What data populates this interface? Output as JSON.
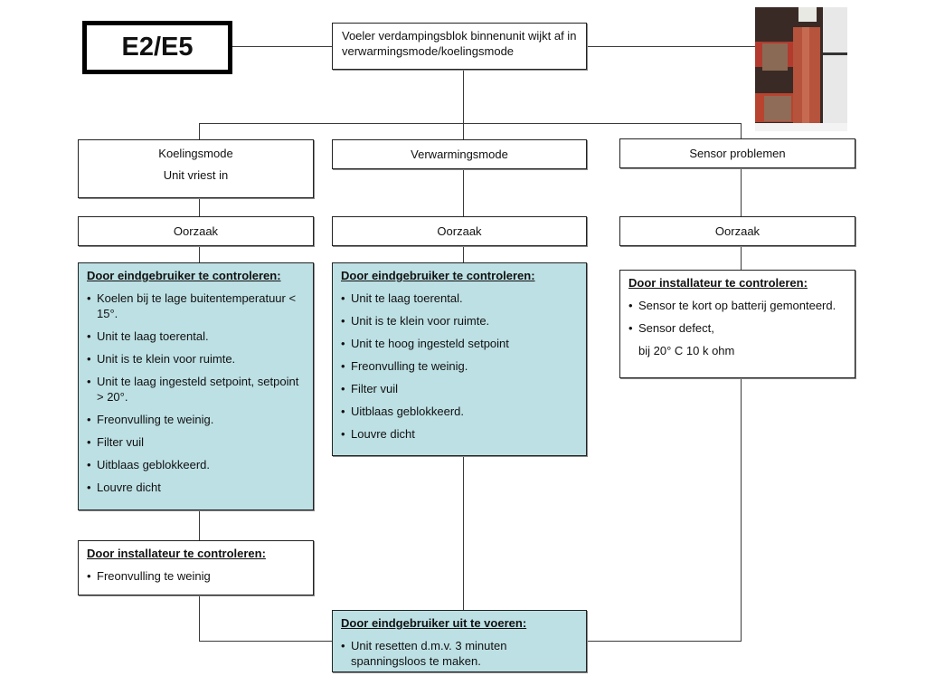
{
  "diagram": {
    "code": "E2/E5",
    "root": "Voeler verdampingsblok  binnenunit wijkt af in verwarmingsmode/koelingsmode",
    "photo_alt": "photo of evaporator sensor on copper pipe",
    "columns": [
      {
        "title": "Koelingsmode",
        "subtitle": "Unit vriest in",
        "cause": "Oorzaak",
        "check": {
          "header": "Door eindgebruiker te controleren:",
          "items": [
            "Koelen bij te lage buitentemperatuur < 15°.",
            "Unit te laag toerental.",
            "Unit is te klein voor ruimte.",
            "Unit te laag ingesteld setpoint, setpoint > 20°.",
            "Freonvulling te weinig.",
            "Filter vuil",
            "Uitblaas geblokkeerd.",
            "Louvre dicht"
          ]
        },
        "installer": {
          "header": "Door installateur te controleren:",
          "items": [
            "Freonvulling te weinig"
          ]
        }
      },
      {
        "title": "Verwarmingsmode",
        "cause": "Oorzaak",
        "check": {
          "header": "Door eindgebruiker te controleren:",
          "items": [
            "Unit te laag toerental.",
            "Unit is te klein voor ruimte.",
            "Unit te hoog ingesteld setpoint",
            "Freonvulling te weinig.",
            "Filter vuil",
            "Uitblaas geblokkeerd.",
            "Louvre dicht"
          ]
        }
      },
      {
        "title": "Sensor problemen",
        "cause": "Oorzaak",
        "check": {
          "header": "Door installateur te controleren:",
          "items": [
            "Sensor te kort op batterij gemonteerd.",
            "Sensor defect,"
          ],
          "note": "bij 20° C 10 k ohm"
        }
      }
    ],
    "action": {
      "header": "Door eindgebruiker uit te voeren:",
      "items": [
        "Unit resetten d.m.v. 3 minuten spanningsloos te maken."
      ]
    }
  }
}
